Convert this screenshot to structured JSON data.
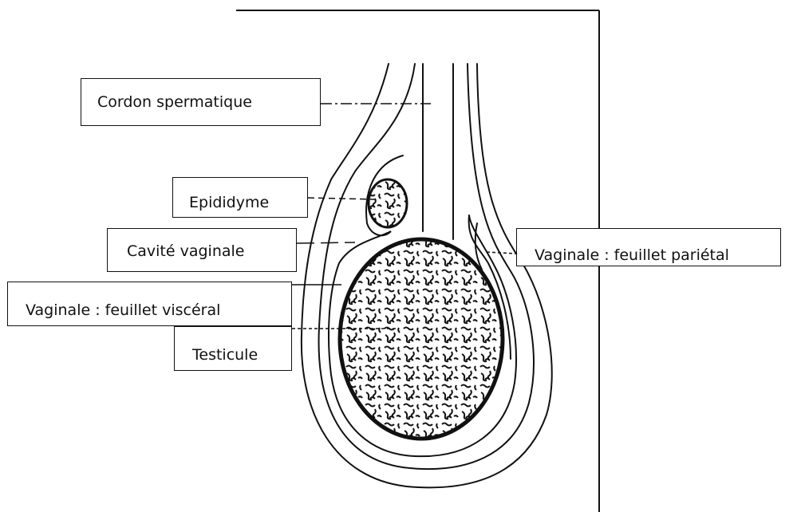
{
  "labels": {
    "cordon": "Cordon spermatique",
    "epididyme": "Epididyme",
    "cavite": "Cavité vaginale",
    "visceral": "Vaginale : feuillet viscéral",
    "testicule": "Testicule",
    "parietal": "Vaginale : feuillet pariétal"
  },
  "colors": {
    "ink": "#111111",
    "background": "#ffffff"
  }
}
